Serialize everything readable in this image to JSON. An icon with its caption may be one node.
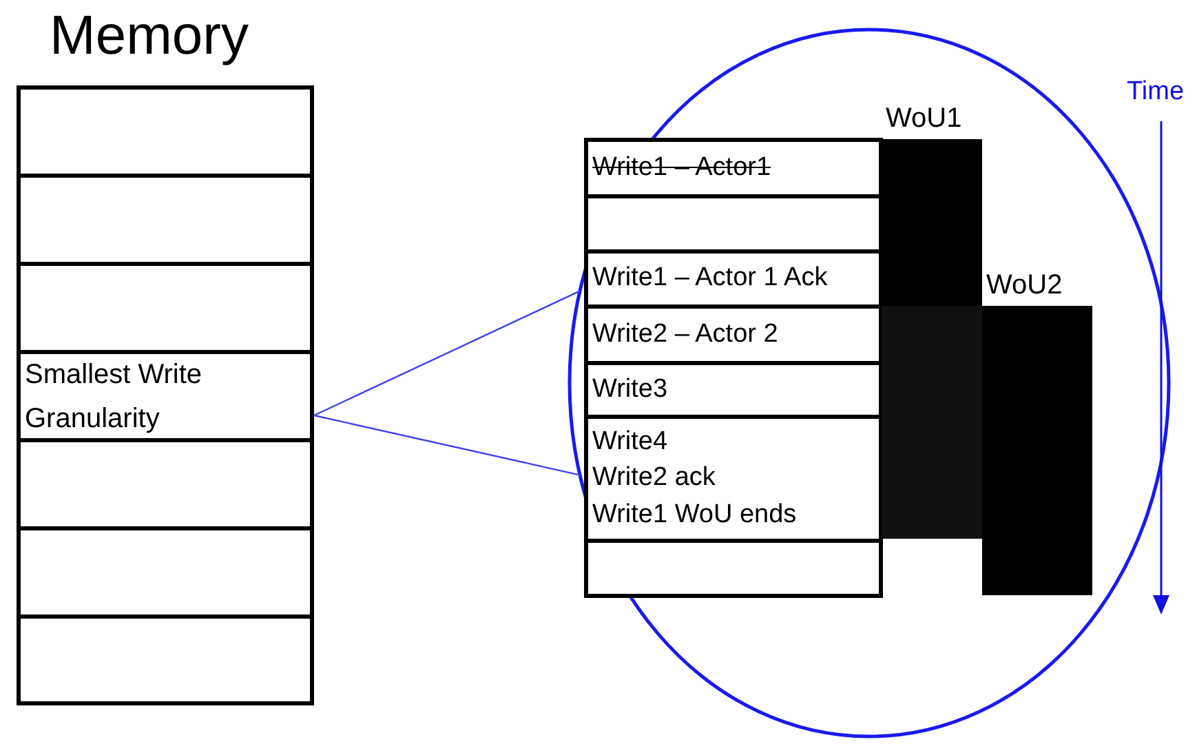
{
  "diagram": {
    "title": "Memory",
    "nodes": [
      {
        "text": [],
        "shape": "box"
      },
      {
        "text": [],
        "shape": "box"
      },
      {
        "text": [],
        "shape": "box"
      },
      {
        "text": [
          "Smallest Write Granularity"
        ]
      },
      {
        "text": [],
        "shape": "box"
      },
      {
        "text": [],
        "shape": "box"
      },
      {
        "text": [],
        "shape": "box"
      },
      {
        "text": [],
        "shape": "circle"
      },
      {
        "text": [
          "Write1 – Actor1"
        ],
        "in": 7
      },
      {
        "text": [],
        "shape": "box",
        "in": 7
      },
      {
        "text": [
          "Write1 – Actor 1 Ack"
        ],
        "in": 7
      },
      {
        "text": [
          "Write2 – Actor 2"
        ],
        "in": 7
      },
      {
        "text": [
          "Write3"
        ],
        "in": 7
      },
      {
        "text": [
          "Write4",
          "Write2 ack",
          "Write1 WoU ends"
        ],
        "in": 7
      },
      {
        "text": [],
        "shape": "box",
        "in": 7
      },
      {
        "text": [
          "WoU1"
        ],
        "in": 7
      },
      {
        "text": [
          "WoU2"
        ],
        "in": 7
      }
    ],
    "edges": [
      {
        "from": 3,
        "to": 7,
        "arrow": "none"
      },
      {
        "from": 3,
        "to": 7,
        "arrow": "none"
      }
    ],
    "labels": [
      "Time"
    ]
  }
}
